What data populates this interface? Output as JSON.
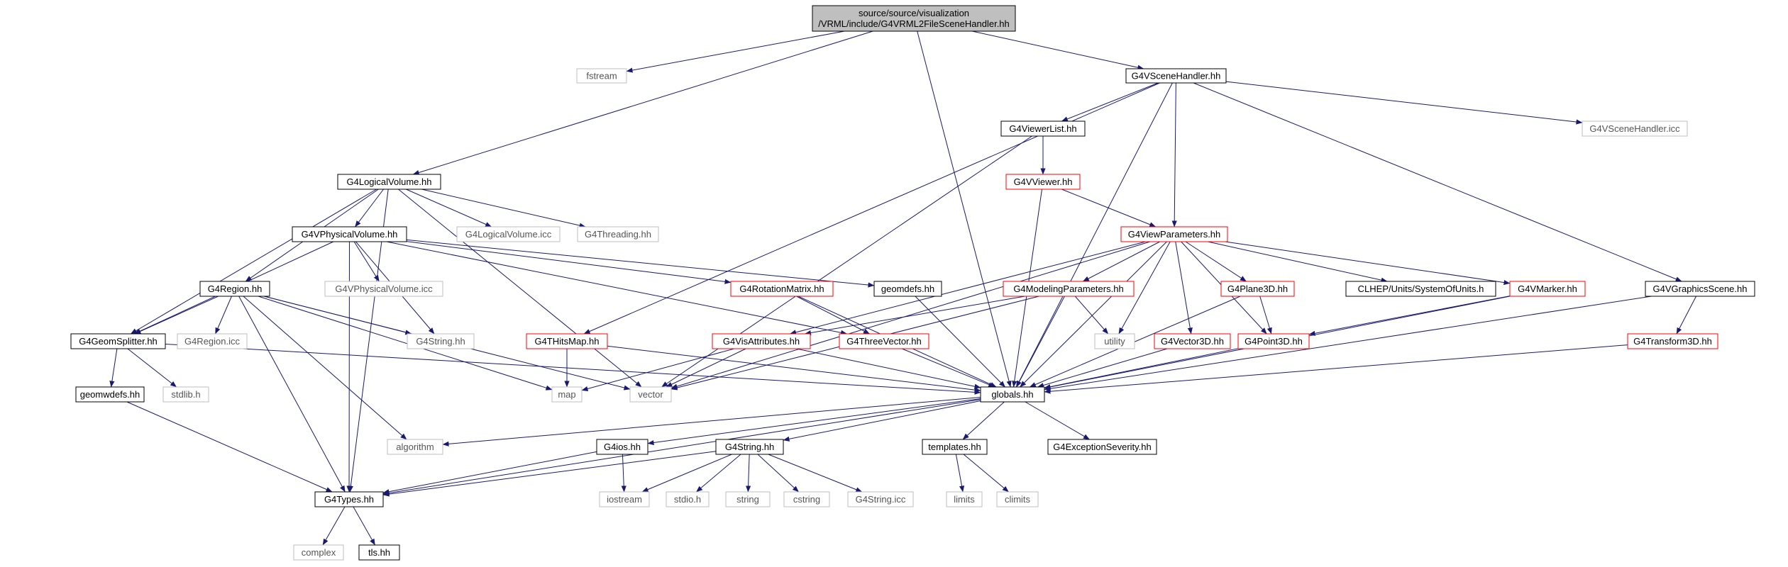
{
  "colors": {
    "edge": "#191970",
    "border_normal": "#000000",
    "border_red": "#ff0000",
    "border_ext": "#bfbfbf",
    "root_fill": "#bfbfbf",
    "node_fill": "#ffffff"
  },
  "nodes": {
    "root": {
      "lines": [
        "source/source/visualization",
        "/VRML/include/G4VRML2FileSceneHandler.hh"
      ],
      "kind": "root"
    },
    "fstream": {
      "lines": [
        "fstream"
      ],
      "kind": "ext"
    },
    "g4vscenehandler": {
      "lines": [
        "G4VSceneHandler.hh"
      ],
      "kind": "normal"
    },
    "g4viewerlist": {
      "lines": [
        "G4ViewerList.hh"
      ],
      "kind": "normal"
    },
    "g4vscenehandler_icc": {
      "lines": [
        "G4VSceneHandler.icc"
      ],
      "kind": "ext"
    },
    "g4logicalvolume": {
      "lines": [
        "G4LogicalVolume.hh"
      ],
      "kind": "normal"
    },
    "g4vviewer": {
      "lines": [
        "G4VViewer.hh"
      ],
      "kind": "red"
    },
    "g4vphysicalvolume": {
      "lines": [
        "G4VPhysicalVolume.hh"
      ],
      "kind": "normal"
    },
    "g4logicalvolume_icc": {
      "lines": [
        "G4LogicalVolume.icc"
      ],
      "kind": "ext"
    },
    "g4threading": {
      "lines": [
        "G4Threading.hh"
      ],
      "kind": "ext"
    },
    "g4viewparameters": {
      "lines": [
        "G4ViewParameters.hh"
      ],
      "kind": "red"
    },
    "g4region": {
      "lines": [
        "G4Region.hh"
      ],
      "kind": "normal"
    },
    "g4vphysicalvolume_icc": {
      "lines": [
        "G4VPhysicalVolume.icc"
      ],
      "kind": "ext"
    },
    "g4rotationmatrix": {
      "lines": [
        "G4RotationMatrix.hh"
      ],
      "kind": "red"
    },
    "geomdefs": {
      "lines": [
        "geomdefs.hh"
      ],
      "kind": "normal"
    },
    "g4modelingparameters": {
      "lines": [
        "G4ModelingParameters.hh"
      ],
      "kind": "red"
    },
    "g4plane3d": {
      "lines": [
        "G4Plane3D.hh"
      ],
      "kind": "red"
    },
    "systemofunits": {
      "lines": [
        "CLHEP/Units/SystemOfUnits.h"
      ],
      "kind": "normal"
    },
    "g4vmarker": {
      "lines": [
        "G4VMarker.hh"
      ],
      "kind": "red"
    },
    "g4vgraphicsscene": {
      "lines": [
        "G4VGraphicsScene.hh"
      ],
      "kind": "normal"
    },
    "g4geomsplitter": {
      "lines": [
        "G4GeomSplitter.hh"
      ],
      "kind": "normal"
    },
    "g4region_icc": {
      "lines": [
        "G4Region.icc"
      ],
      "kind": "ext"
    },
    "g4string_hh_ext": {
      "lines": [
        "G4String.hh"
      ],
      "kind": "ext"
    },
    "g4thitsmap": {
      "lines": [
        "G4THitsMap.hh"
      ],
      "kind": "red"
    },
    "g4visattributes": {
      "lines": [
        "G4VisAttributes.hh"
      ],
      "kind": "red"
    },
    "g4threevector": {
      "lines": [
        "G4ThreeVector.hh"
      ],
      "kind": "red"
    },
    "utility": {
      "lines": [
        "utility"
      ],
      "kind": "ext"
    },
    "g4vector3d": {
      "lines": [
        "G4Vector3D.hh"
      ],
      "kind": "red"
    },
    "g4point3d": {
      "lines": [
        "G4Point3D.hh"
      ],
      "kind": "red"
    },
    "g4transform3d": {
      "lines": [
        "G4Transform3D.hh"
      ],
      "kind": "red"
    },
    "geomwdefs": {
      "lines": [
        "geomwdefs.hh"
      ],
      "kind": "normal"
    },
    "stdlib": {
      "lines": [
        "stdlib.h"
      ],
      "kind": "ext"
    },
    "map": {
      "lines": [
        "map"
      ],
      "kind": "ext"
    },
    "vector": {
      "lines": [
        "vector"
      ],
      "kind": "ext"
    },
    "globals": {
      "lines": [
        "globals.hh"
      ],
      "kind": "normal"
    },
    "algorithm": {
      "lines": [
        "algorithm"
      ],
      "kind": "ext"
    },
    "g4ios": {
      "lines": [
        "G4ios.hh"
      ],
      "kind": "normal"
    },
    "g4string": {
      "lines": [
        "G4String.hh"
      ],
      "kind": "normal"
    },
    "templates": {
      "lines": [
        "templates.hh"
      ],
      "kind": "normal"
    },
    "g4exceptionseverity": {
      "lines": [
        "G4ExceptionSeverity.hh"
      ],
      "kind": "normal"
    },
    "g4types": {
      "lines": [
        "G4Types.hh"
      ],
      "kind": "normal"
    },
    "iostream": {
      "lines": [
        "iostream"
      ],
      "kind": "ext"
    },
    "stdio": {
      "lines": [
        "stdio.h"
      ],
      "kind": "ext"
    },
    "string": {
      "lines": [
        "string"
      ],
      "kind": "ext"
    },
    "cstring": {
      "lines": [
        "cstring"
      ],
      "kind": "ext"
    },
    "g4string_icc": {
      "lines": [
        "G4String.icc"
      ],
      "kind": "ext"
    },
    "limits": {
      "lines": [
        "limits"
      ],
      "kind": "ext"
    },
    "climits": {
      "lines": [
        "climits"
      ],
      "kind": "ext"
    },
    "complex": {
      "lines": [
        "complex"
      ],
      "kind": "ext"
    },
    "tls": {
      "lines": [
        "tls.hh"
      ],
      "kind": "normal"
    }
  },
  "edges": [
    [
      "root",
      "fstream"
    ],
    [
      "root",
      "g4vscenehandler"
    ],
    [
      "root",
      "g4logicalvolume"
    ],
    [
      "root",
      "globals"
    ],
    [
      "g4vscenehandler",
      "g4viewerlist"
    ],
    [
      "g4vscenehandler",
      "g4vscenehandler_icc"
    ],
    [
      "g4vscenehandler",
      "g4viewparameters"
    ],
    [
      "g4vscenehandler",
      "g4vgraphicsscene"
    ],
    [
      "g4vscenehandler",
      "g4thitsmap"
    ],
    [
      "g4vscenehandler",
      "globals"
    ],
    [
      "g4viewerlist",
      "g4vviewer"
    ],
    [
      "g4viewerlist",
      "vector"
    ],
    [
      "g4vviewer",
      "g4viewparameters"
    ],
    [
      "g4vviewer",
      "globals"
    ],
    [
      "g4logicalvolume",
      "g4vphysicalvolume"
    ],
    [
      "g4logicalvolume",
      "g4logicalvolume_icc"
    ],
    [
      "g4logicalvolume",
      "g4threading"
    ],
    [
      "g4logicalvolume",
      "g4region"
    ],
    [
      "g4logicalvolume",
      "g4geomsplitter"
    ],
    [
      "g4logicalvolume",
      "vector"
    ],
    [
      "g4logicalvolume",
      "g4types"
    ],
    [
      "g4vphysicalvolume",
      "g4vphysicalvolume_icc"
    ],
    [
      "g4vphysicalvolume",
      "geomdefs"
    ],
    [
      "g4vphysicalvolume",
      "g4rotationmatrix"
    ],
    [
      "g4vphysicalvolume",
      "g4threevector"
    ],
    [
      "g4vphysicalvolume",
      "g4string_hh_ext"
    ],
    [
      "g4vphysicalvolume",
      "g4geomsplitter"
    ],
    [
      "g4vphysicalvolume",
      "g4types"
    ],
    [
      "g4region",
      "g4region_icc"
    ],
    [
      "g4region",
      "g4string_hh_ext"
    ],
    [
      "g4region",
      "g4geomsplitter"
    ],
    [
      "g4region",
      "map"
    ],
    [
      "g4region",
      "vector"
    ],
    [
      "g4region",
      "algorithm"
    ],
    [
      "g4region",
      "g4types"
    ],
    [
      "g4geomsplitter",
      "geomwdefs"
    ],
    [
      "g4geomsplitter",
      "stdlib"
    ],
    [
      "g4geomsplitter",
      "globals"
    ],
    [
      "geomwdefs",
      "g4types"
    ],
    [
      "g4viewparameters",
      "g4modelingparameters"
    ],
    [
      "g4viewparameters",
      "g4plane3d"
    ],
    [
      "g4viewparameters",
      "systemofunits"
    ],
    [
      "g4viewparameters",
      "g4vmarker"
    ],
    [
      "g4viewparameters",
      "utility"
    ],
    [
      "g4viewparameters",
      "g4vector3d"
    ],
    [
      "g4viewparameters",
      "g4point3d"
    ],
    [
      "g4viewparameters",
      "g4visattributes"
    ],
    [
      "g4viewparameters",
      "vector"
    ],
    [
      "g4viewparameters",
      "globals"
    ],
    [
      "g4modelingparameters",
      "g4visattributes"
    ],
    [
      "g4modelingparameters",
      "utility"
    ],
    [
      "g4modelingparameters",
      "globals"
    ],
    [
      "g4modelingparameters",
      "vector"
    ],
    [
      "g4plane3d",
      "g4point3d"
    ],
    [
      "g4plane3d",
      "globals"
    ],
    [
      "g4vmarker",
      "g4point3d"
    ],
    [
      "g4vmarker",
      "globals"
    ],
    [
      "g4rotationmatrix",
      "g4threevector"
    ],
    [
      "g4rotationmatrix",
      "globals"
    ],
    [
      "geomdefs",
      "globals"
    ],
    [
      "g4thitsmap",
      "map"
    ],
    [
      "g4thitsmap",
      "globals"
    ],
    [
      "g4visattributes",
      "map"
    ],
    [
      "g4visattributes",
      "vector"
    ],
    [
      "g4visattributes",
      "globals"
    ],
    [
      "g4threevector",
      "globals"
    ],
    [
      "g4vector3d",
      "globals"
    ],
    [
      "g4point3d",
      "globals"
    ],
    [
      "g4vgraphicsscene",
      "g4transform3d"
    ],
    [
      "g4vgraphicsscene",
      "globals"
    ],
    [
      "g4transform3d",
      "globals"
    ],
    [
      "globals",
      "algorithm"
    ],
    [
      "globals",
      "g4ios"
    ],
    [
      "globals",
      "g4string"
    ],
    [
      "globals",
      "templates"
    ],
    [
      "globals",
      "g4exceptionseverity"
    ],
    [
      "globals",
      "g4types"
    ],
    [
      "g4ios",
      "iostream"
    ],
    [
      "g4ios",
      "g4types"
    ],
    [
      "g4string",
      "iostream"
    ],
    [
      "g4string",
      "stdio"
    ],
    [
      "g4string",
      "string"
    ],
    [
      "g4string",
      "cstring"
    ],
    [
      "g4string",
      "g4string_icc"
    ],
    [
      "g4string",
      "g4types"
    ],
    [
      "templates",
      "limits"
    ],
    [
      "templates",
      "climits"
    ],
    [
      "g4types",
      "complex"
    ],
    [
      "g4types",
      "tls"
    ]
  ]
}
